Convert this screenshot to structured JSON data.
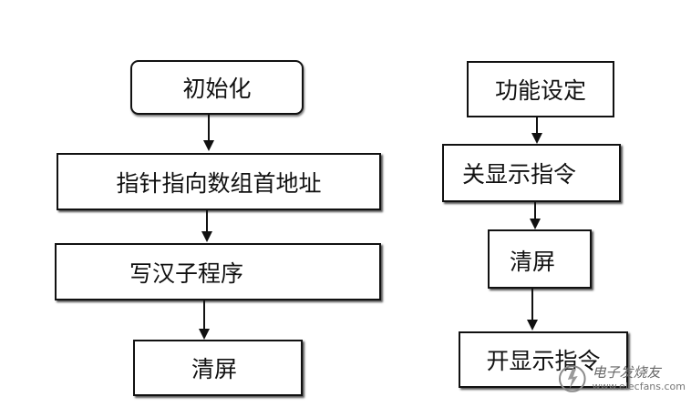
{
  "left_flow": {
    "init": "初始化",
    "pointer": "指针指向数组首地址",
    "write": "写汉子程序",
    "clear": "清屏"
  },
  "right_flow": {
    "func": "功能设定",
    "off": "关显示指令",
    "clear": "清屏",
    "on": "开显示指令"
  },
  "watermark": {
    "cn": "电子发烧友",
    "en": "www.elecfans.com"
  }
}
